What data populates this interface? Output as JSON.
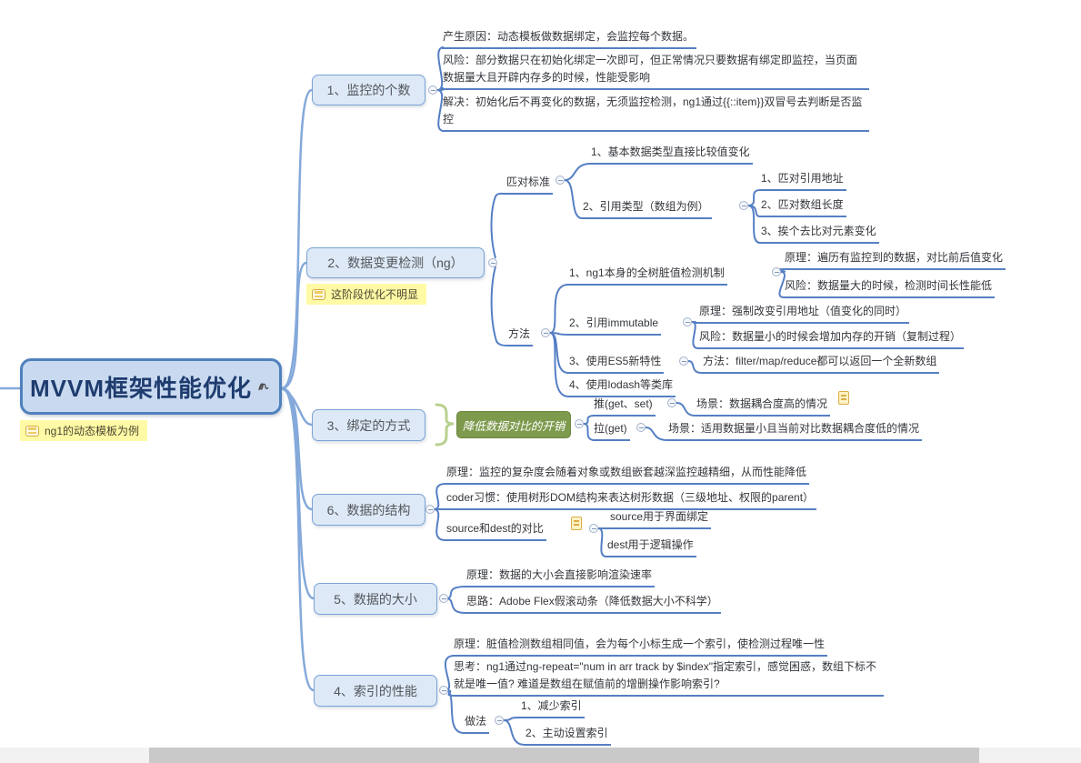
{
  "root": {
    "title": "MVVM框架性能优化",
    "note": "ng1的动态模板为例"
  },
  "branch_watch_count": {
    "label": "1、监控的个数",
    "cause": "产生原因：动态模板做数据绑定，会监控每个数据。",
    "risk": "风险：部分数据只在初始化绑定一次即可，但正常情况只要数据有绑定即监控，当页面数据量大且开辟内存多的时候，性能受影响",
    "solution": "解决：初始化后不再变化的数据，无须监控检测，ng1通过{{::item}}双冒号去判断是否监控"
  },
  "branch_change_detection": {
    "label": "2、数据变更检测（ng）",
    "note": "这阶段优化不明显",
    "match_standard": {
      "label": "匹对标准",
      "basic": "1、基本数据类型直接比较值变化",
      "reference": "2、引用类型（数组为例）",
      "ref_addr": "1、匹对引用地址",
      "ref_len": "2、匹对数组长度",
      "ref_each": "3、挨个去比对元素变化"
    },
    "methods": {
      "label": "方法",
      "dirty": "1、ng1本身的全树脏值检测机制",
      "dirty_principle": "原理：遍历有监控到的数据，对比前后值变化",
      "dirty_risk": "风险：数据量大的时候，检测时间长性能低",
      "immutable": "2、引用immutable",
      "immutable_principle": "原理：强制改变引用地址（值变化的同时）",
      "immutable_risk": "风险：数据量小的时候会增加内存的开销（复制过程）",
      "es5": "3、使用ES5新特性",
      "es5_method": "方法：filter/map/reduce都可以返回一个全新数组",
      "lodash": "4、使用lodash等类库"
    }
  },
  "branch_binding": {
    "label": "3、绑定的方式",
    "summary": "降低数据对比的开销",
    "push": "推(get、set)",
    "push_scene": "场景：数据耦合度高的情况",
    "pull": "拉(get)",
    "pull_scene": "场景：适用数据量小且当前对比数据耦合度低的情况"
  },
  "branch_structure": {
    "label": "6、数据的结构",
    "principle": "原理：监控的复杂度会随着对象或数组嵌套越深监控越精细，从而性能降低",
    "coder_habit": "coder习惯：使用树形DOM结构来表达树形数据（三级地址、权限的parent）",
    "source_dest": "source和dest的对比",
    "source": "source用于界面绑定",
    "dest": "dest用于逻辑操作"
  },
  "branch_size": {
    "label": "5、数据的大小",
    "principle": "原理：数据的大小会直接影响渲染速率",
    "idea": "思路：Adobe Flex假滚动条（降低数据大小不科学）"
  },
  "branch_index": {
    "label": "4、索引的性能",
    "principle": "原理：脏值检测数组相同值，会为每个小标生成一个索引，使检测过程唯一性",
    "thought": "思考：ng1通过ng-repeat=\"num in arr track by $index\"指定索引，感觉困惑，数组下标不就是唯一值? 难道是数组在赋值前的增删操作影响索引?",
    "practice": {
      "label": "做法",
      "reduce": "1、减少索引",
      "manual": "2、主动设置索引"
    }
  },
  "icons": {
    "collapse": "minus-circle-icon",
    "note_doc": "note-icon",
    "note_chip": "notes-list-icon",
    "root_doodle": "scribble-icon"
  },
  "colors": {
    "line_blue": "#557fc4",
    "fan_blue": "#84a9da",
    "topic_fill": "#dde9f6",
    "topic_border": "#7aa3d6",
    "root_fill": "#c9daf0",
    "root_border": "#4f81bd",
    "note_bg": "#fffaa5",
    "summary_green": "#7d9a4d",
    "scrollbar_thumb": "#c9c9c9"
  }
}
